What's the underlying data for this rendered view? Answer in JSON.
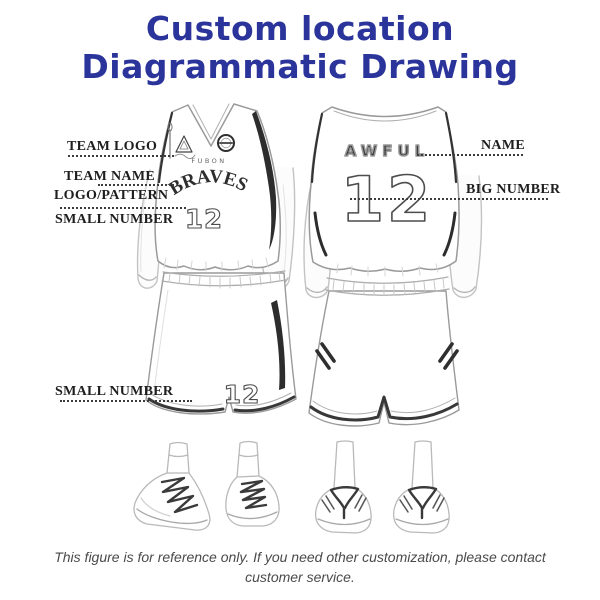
{
  "title": {
    "line1": "Custom location",
    "line2": "Diagrammatic Drawing"
  },
  "colors": {
    "title_blue": "#2b349b",
    "label_black": "#1e1e1e",
    "sketch_gray": "#9a9a9a",
    "trim_dark": "#2d2d2d"
  },
  "annotations": {
    "team_logo": "TEAM LOGO",
    "team_name": "TEAM NAME",
    "logo_pattern": "LOGO/PATTERN",
    "small_number_jersey": "SMALL NUMBER",
    "small_number_shorts": "SMALL NUMBER",
    "name": "NAME",
    "big_number": "BIG NUMBER"
  },
  "front_uniform": {
    "brand_text": "FUBON",
    "team_name": "BRAVES",
    "chest_number": "12",
    "shorts_number": "12"
  },
  "back_uniform": {
    "player_name": "AWFUL",
    "big_number": "12"
  },
  "footer": {
    "line1": "This figure is for reference only. If you need other customization, please contact",
    "line2": "customer service."
  }
}
